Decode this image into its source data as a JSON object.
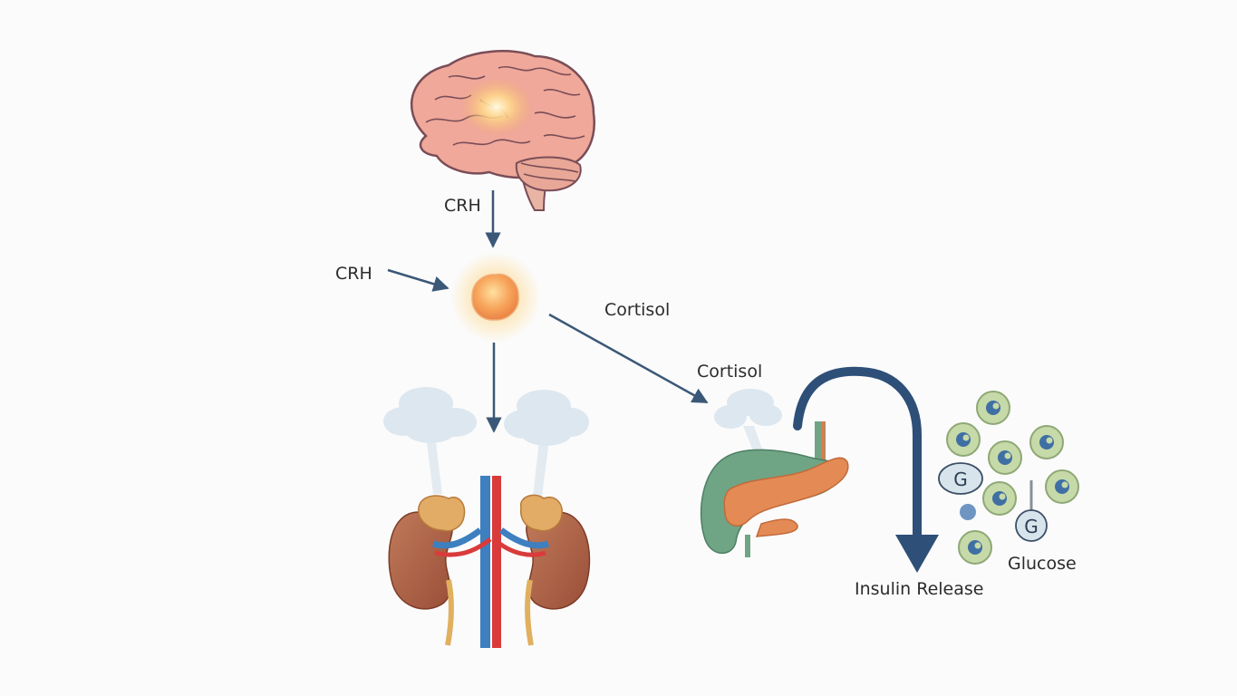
{
  "labels": {
    "crh_top": "CRH",
    "crh_left": "CRH",
    "cortisol_upper": "Cortisol",
    "cortisol_lower": "Cortisol",
    "insulin_release": "Insulin Release",
    "glucose": "Glucose"
  },
  "glucose_symbol": "G",
  "colors": {
    "arrow": "#3b5878",
    "big_arrow": "#2d4f78",
    "brain": "#efa89a",
    "brain_outline": "#7a4d57",
    "pituitary": "#f7a35a",
    "kidney": "#a65a3f",
    "adrenal": "#d9a055",
    "artery": "#d93b3b",
    "vein": "#3e7fc0",
    "pancreas": "#e48a55",
    "stomach": "#6fa584",
    "cell_fill": "#c6d9a8",
    "cell_nucleus": "#3f6fa3",
    "steam": "#dde7ef"
  }
}
